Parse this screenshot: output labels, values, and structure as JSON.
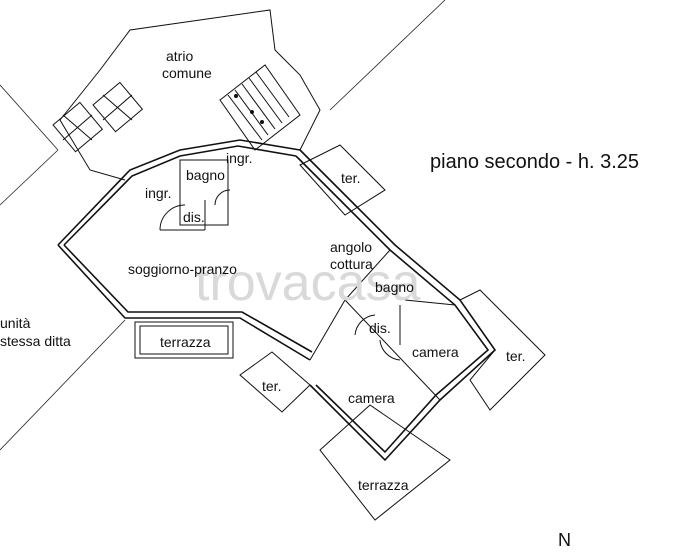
{
  "title": "piano secondo - h. 3.25",
  "north": "N",
  "neighbor": {
    "line1": "unità",
    "line2": "stessa ditta"
  },
  "watermark": "trovacasa",
  "rooms": {
    "atrio": {
      "line1": "atrio",
      "line2": "comune"
    },
    "ingr_top": "ingr.",
    "ingr_left": "ingr.",
    "bagno_top": "bagno",
    "dis_top": "dis.",
    "soggiorno": "soggiorno-pranzo",
    "angolo": {
      "line1": "angolo",
      "line2": "cottura"
    },
    "bagno_mid": "bagno",
    "dis_mid": "dis.",
    "camera_right": "camera",
    "camera_bottom": "camera",
    "ter_top": "ter.",
    "ter_right": "ter.",
    "ter_bottom": "ter.",
    "terrazza_left": "terrazza",
    "terrazza_bottom": "terrazza"
  }
}
